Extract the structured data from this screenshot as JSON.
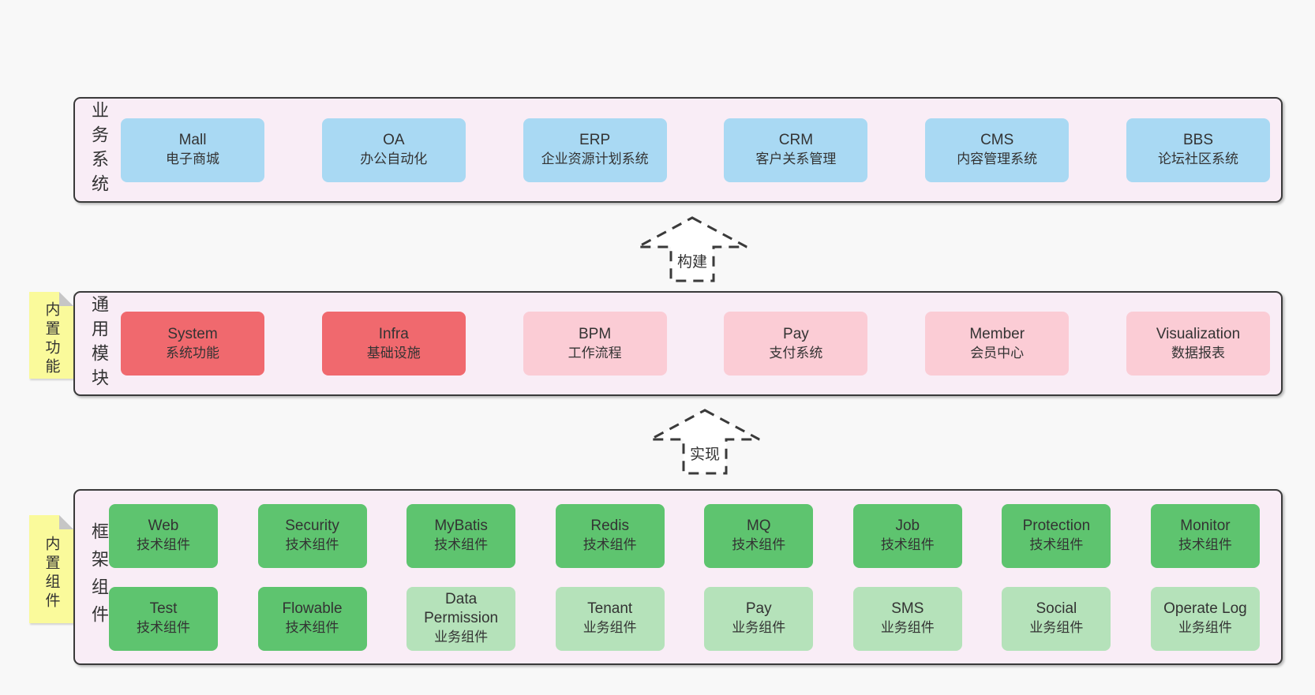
{
  "colors": {
    "page_bg": "#f8f8f8",
    "container_bg": "#f9edf6",
    "border": "#3a3a3a",
    "text": "#333333",
    "yellow": "#fafa9b",
    "blue": "#a9d9f3",
    "red": "#f0696e",
    "pink": "#fbccd5",
    "green": "#5ec46f",
    "light_green": "#b5e2ba"
  },
  "layers": [
    {
      "name": "business-systems",
      "label": "业务系统",
      "note": null,
      "rows": [
        [
          {
            "title": "Mall",
            "subtitle": "电子商城",
            "variant": "blue"
          },
          {
            "title": "OA",
            "subtitle": "办公自动化",
            "variant": "blue"
          },
          {
            "title": "ERP",
            "subtitle": "企业资源计划系统",
            "variant": "blue"
          },
          {
            "title": "CRM",
            "subtitle": "客户关系管理",
            "variant": "blue"
          },
          {
            "title": "CMS",
            "subtitle": "内容管理系统",
            "variant": "blue"
          },
          {
            "title": "BBS",
            "subtitle": "论坛社区系统",
            "variant": "blue"
          }
        ]
      ]
    },
    {
      "name": "common-modules",
      "label": "通用模块",
      "note": "内置功能",
      "rows": [
        [
          {
            "title": "System",
            "subtitle": "系统功能",
            "variant": "red"
          },
          {
            "title": "Infra",
            "subtitle": "基础设施",
            "variant": "red"
          },
          {
            "title": "BPM",
            "subtitle": "工作流程",
            "variant": "pink"
          },
          {
            "title": "Pay",
            "subtitle": "支付系统",
            "variant": "pink"
          },
          {
            "title": "Member",
            "subtitle": "会员中心",
            "variant": "pink"
          },
          {
            "title": "Visualization",
            "subtitle": "数据报表",
            "variant": "pink"
          }
        ]
      ]
    },
    {
      "name": "framework-components",
      "label": "框架组件",
      "note": "内置组件",
      "rows": [
        [
          {
            "title": "Web",
            "subtitle": "技术组件",
            "variant": "green"
          },
          {
            "title": "Security",
            "subtitle": "技术组件",
            "variant": "green"
          },
          {
            "title": "MyBatis",
            "subtitle": "技术组件",
            "variant": "green"
          },
          {
            "title": "Redis",
            "subtitle": "技术组件",
            "variant": "green"
          },
          {
            "title": "MQ",
            "subtitle": "技术组件",
            "variant": "green"
          },
          {
            "title": "Job",
            "subtitle": "技术组件",
            "variant": "green"
          },
          {
            "title": "Protection",
            "subtitle": "技术组件",
            "variant": "green"
          },
          {
            "title": "Monitor",
            "subtitle": "技术组件",
            "variant": "green"
          }
        ],
        [
          {
            "title": "Test",
            "subtitle": "技术组件",
            "variant": "green"
          },
          {
            "title": "Flowable",
            "subtitle": "技术组件",
            "variant": "green"
          },
          {
            "title": "Data Permission",
            "subtitle": "业务组件",
            "variant": "light_green"
          },
          {
            "title": "Tenant",
            "subtitle": "业务组件",
            "variant": "light_green"
          },
          {
            "title": "Pay",
            "subtitle": "业务组件",
            "variant": "light_green"
          },
          {
            "title": "SMS",
            "subtitle": "业务组件",
            "variant": "light_green"
          },
          {
            "title": "Social",
            "subtitle": "业务组件",
            "variant": "light_green"
          },
          {
            "title": "Operate Log",
            "subtitle": "业务组件",
            "variant": "light_green"
          }
        ]
      ]
    }
  ],
  "arrows": [
    {
      "label": "构建"
    },
    {
      "label": "实现"
    }
  ]
}
